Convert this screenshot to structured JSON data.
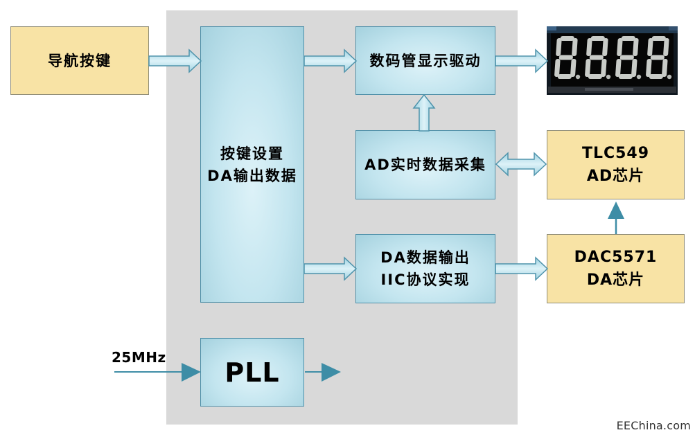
{
  "diagram_title": "",
  "watermark": "EEChina.com",
  "clock_label": "25MHz",
  "blocks": {
    "nav_keys": {
      "label": "导航按键"
    },
    "key_setting": {
      "line1": "按键设置",
      "line2": "DA输出数据"
    },
    "display_driver": {
      "label": "数码管显示驱动"
    },
    "ad_sampling": {
      "label": "AD实时数据采集"
    },
    "da_output": {
      "line1": "DA数据输出",
      "line2": "IIC协议实现"
    },
    "tlc549": {
      "line1": "TLC549",
      "line2": "AD芯片"
    },
    "dac5571": {
      "line1": "DAC5571",
      "line2": "DA芯片"
    },
    "pll": {
      "label": "PLL"
    }
  },
  "seven_segment_display": {
    "digit_count": 4,
    "shown": "8.8.8.8",
    "segment_color": "#c9ccc8",
    "face_color": "#060606"
  },
  "connections": [
    "导航按键 → 按键设置/DA输出数据",
    "按键设置/DA输出数据 → 数码管显示驱动",
    "数码管显示驱动 → 数码管(七段显示)",
    "AD实时数据采集 → 数码管显示驱动",
    "AD实时数据采集 ↔ TLC549 AD芯片",
    "按键设置/DA输出数据 → DA数据输出/IIC协议实现",
    "DA数据输出/IIC协议实现 → DAC5571 DA芯片",
    "DAC5571 DA芯片 → TLC549 AD芯片",
    "25MHz → PLL",
    "PLL → 输出"
  ],
  "colors": {
    "panel": "#d9d9d9",
    "blue_block_fill": "#c3e5ef",
    "blue_block_border": "#4e8fa8",
    "yellow_block_fill": "#f8e3a5",
    "yellow_block_border": "#8f8c76",
    "block_arrow_fill": "#c8e9f2",
    "block_arrow_border": "#4e93ab",
    "solid_arrow": "#3e8da6",
    "watermark_text": "#333333"
  }
}
